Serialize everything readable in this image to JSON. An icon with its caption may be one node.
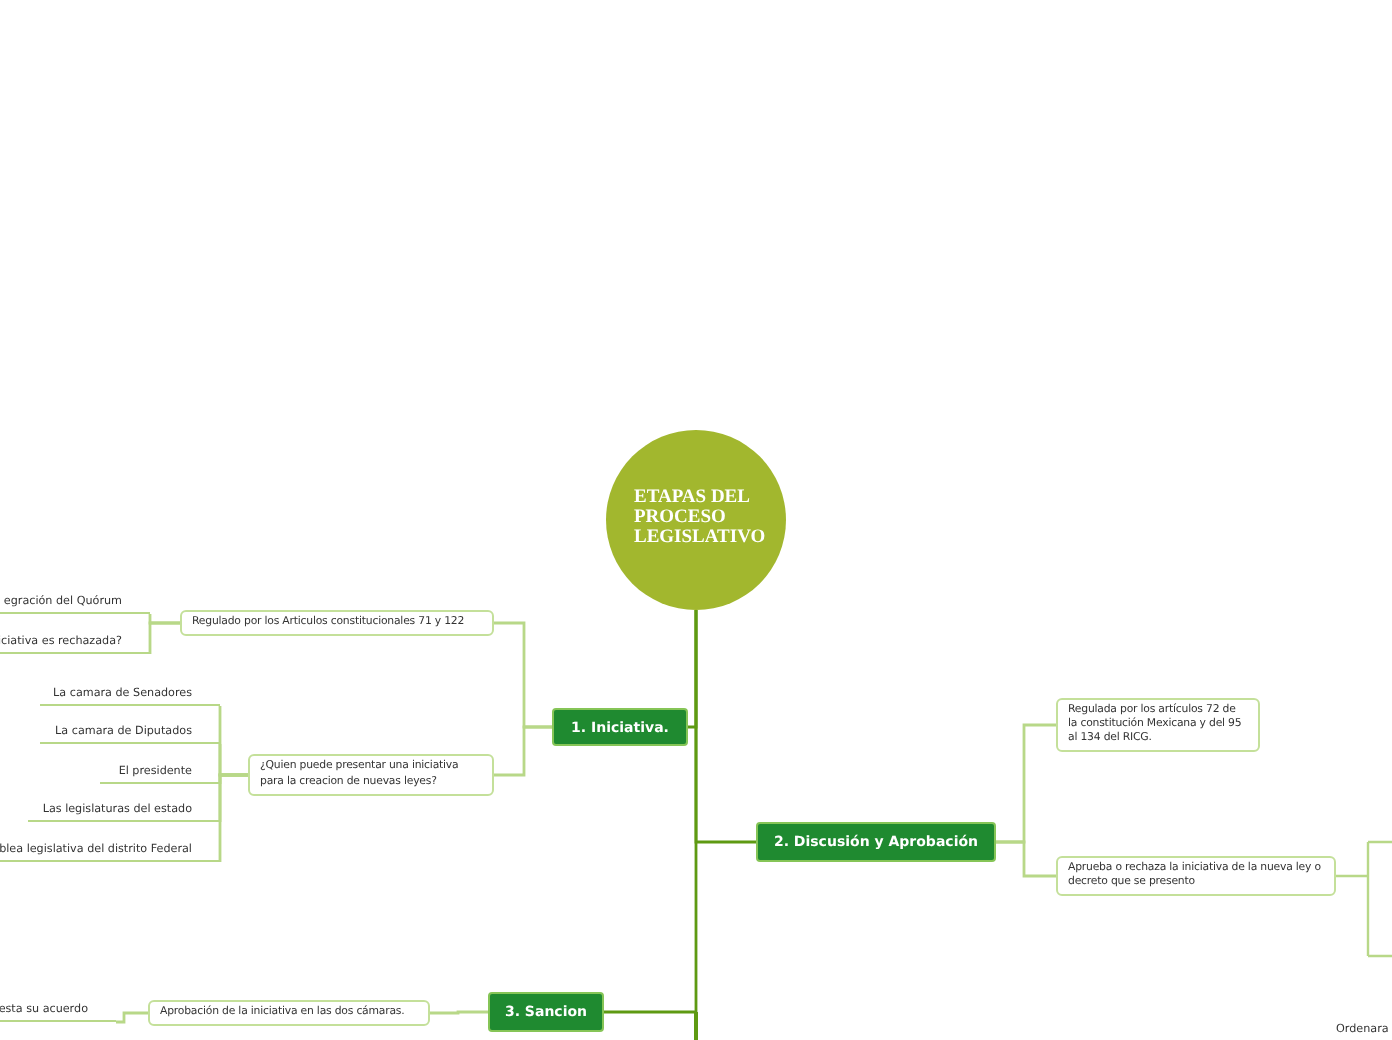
{
  "diagram": {
    "nodes": [
      {
        "text": [
          "ETAPAS DEL PROCESO LEGISLATIVO"
        ]
      },
      {
        "text": [
          "1. Iniciativa."
        ]
      },
      {
        "text": [
          "Regulado por los Articulos constitucionales 71 y 122"
        ]
      },
      {
        "text": [
          "egración del Quórum"
        ]
      },
      {
        "text": [
          "iciativa es rechazada?"
        ]
      },
      {
        "text": [
          "¿Quien puede presentar una iniciativa para la creacion de nuevas leyes?"
        ]
      },
      {
        "text": [
          "La camara de Senadores"
        ]
      },
      {
        "text": [
          "La camara de Diputados"
        ]
      },
      {
        "text": [
          "El presidente"
        ]
      },
      {
        "text": [
          "Las legislaturas del estado"
        ]
      },
      {
        "text": [
          "blea legislativa del distrito Federal"
        ]
      },
      {
        "text": [
          "2. Discusión y Aprobación"
        ]
      },
      {
        "text": [
          "Regulada por los artículos 72 de la constitución Mexicana y del 95 al 134 del RICG."
        ]
      },
      {
        "text": [
          "Aprueba o rechaza la iniciativa de la nueva ley o decreto que se presento"
        ]
      },
      {
        "text": [
          "3. Sancion"
        ]
      },
      {
        "text": [
          "Aprobación de la iniciativa en las dos cámaras."
        ]
      },
      {
        "text": [
          "esta su acuerdo"
        ]
      }
    ],
    "edges": [
      {
        "from": 0,
        "to": 1,
        "arrow": "none",
        "color": "#5e9a12"
      },
      {
        "from": 0,
        "to": 11,
        "arrow": "none",
        "color": "#5e9a12"
      },
      {
        "from": 0,
        "to": 14,
        "arrow": "none",
        "color": "#5e9a12"
      },
      {
        "from": 1,
        "to": 2,
        "arrow": "none"
      },
      {
        "from": 1,
        "to": 5,
        "arrow": "none"
      },
      {
        "from": 2,
        "to": 3,
        "arrow": "none"
      },
      {
        "from": 2,
        "to": 4,
        "arrow": "none"
      },
      {
        "from": 5,
        "to": 6,
        "arrow": "none"
      },
      {
        "from": 5,
        "to": 7,
        "arrow": "none"
      },
      {
        "from": 5,
        "to": 8,
        "arrow": "none"
      },
      {
        "from": 5,
        "to": 9,
        "arrow": "none"
      },
      {
        "from": 5,
        "to": 10,
        "arrow": "none"
      },
      {
        "from": 11,
        "to": 12,
        "arrow": "none"
      },
      {
        "from": 11,
        "to": 13,
        "arrow": "none"
      },
      {
        "from": 14,
        "to": 15,
        "arrow": "none"
      },
      {
        "from": 15,
        "to": 16,
        "arrow": "none"
      }
    ],
    "labels": [
      "Ordenara"
    ]
  }
}
